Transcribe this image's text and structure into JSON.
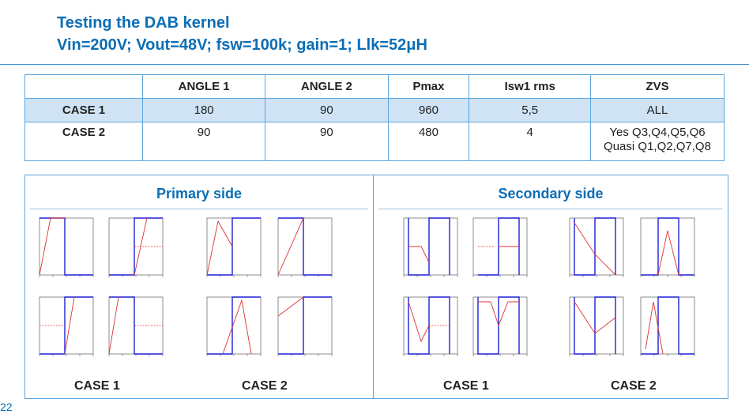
{
  "title_line1": "Testing the DAB kernel",
  "title_line2": "Vin=200V; Vout=48V; fsw=100k; gain=1; Llk=52μH",
  "table": {
    "headers": [
      "",
      "ANGLE 1",
      "ANGLE 2",
      "Pmax",
      "Isw1 rms",
      "ZVS"
    ],
    "rows": [
      {
        "label": "CASE 1",
        "angle1": "180",
        "angle2": "90",
        "pmax": "960",
        "isw": "5,5",
        "zvs": "ALL",
        "zvs2": ""
      },
      {
        "label": "CASE 2",
        "angle1": "90",
        "angle2": "90",
        "pmax": "480",
        "isw": "4",
        "zvs": "Yes Q3,Q4,Q5,Q6",
        "zvs2": "Quasi Q1,Q2,Q7,Q8"
      }
    ]
  },
  "primary": {
    "title": "Primary side",
    "case1": "CASE 1",
    "case2": "CASE 2"
  },
  "secondary": {
    "title": "Secondary side",
    "case1": "CASE 1",
    "case2": "CASE 2"
  },
  "page_number": "22",
  "colors": {
    "accent": "#0b6db5",
    "grid": "#5aa5de",
    "row_highlight": "#cfe3f5",
    "waveform_gate": "#1f1fd6",
    "waveform_vds": "#e03030"
  }
}
